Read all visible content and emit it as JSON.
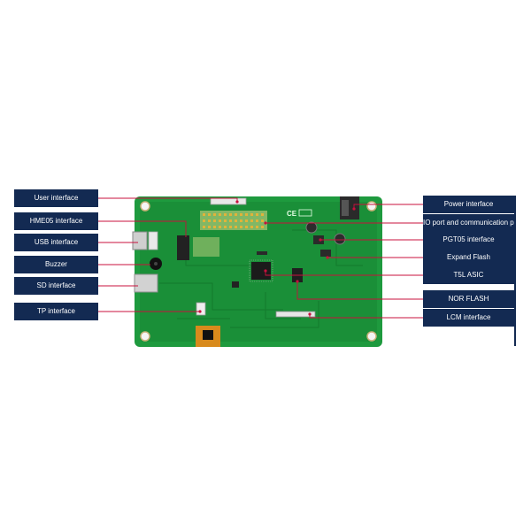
{
  "left_labels": [
    {
      "id": "user-interface",
      "text": "User interface"
    },
    {
      "id": "hme05-interface",
      "text": "HME05 interface"
    },
    {
      "id": "usb-interface",
      "text": "USB interface"
    },
    {
      "id": "buzzer",
      "text": "Buzzer"
    },
    {
      "id": "sd-interface",
      "text": "SD interface"
    },
    {
      "id": "tp-interface",
      "text": "TP interface"
    }
  ],
  "right_labels": [
    {
      "id": "power-interface",
      "text": "Power interface"
    },
    {
      "id": "io-port",
      "text": "IO port and communication pin"
    },
    {
      "id": "pgt05-interface",
      "text": "PGT05 interface"
    },
    {
      "id": "expand-flash",
      "text": "Expand Flash"
    },
    {
      "id": "t5l-asic",
      "text": "T5L ASIC"
    },
    {
      "id": "nor-flash",
      "text": "NOR FLASH"
    },
    {
      "id": "lcm-interface",
      "text": "LCM interface"
    }
  ],
  "board": {
    "silk_ce": "CE"
  },
  "colors": {
    "label_bg": "#132a52",
    "board": "#1e9a3e",
    "board_dark": "#137a2c",
    "leader": "#c8103c"
  }
}
